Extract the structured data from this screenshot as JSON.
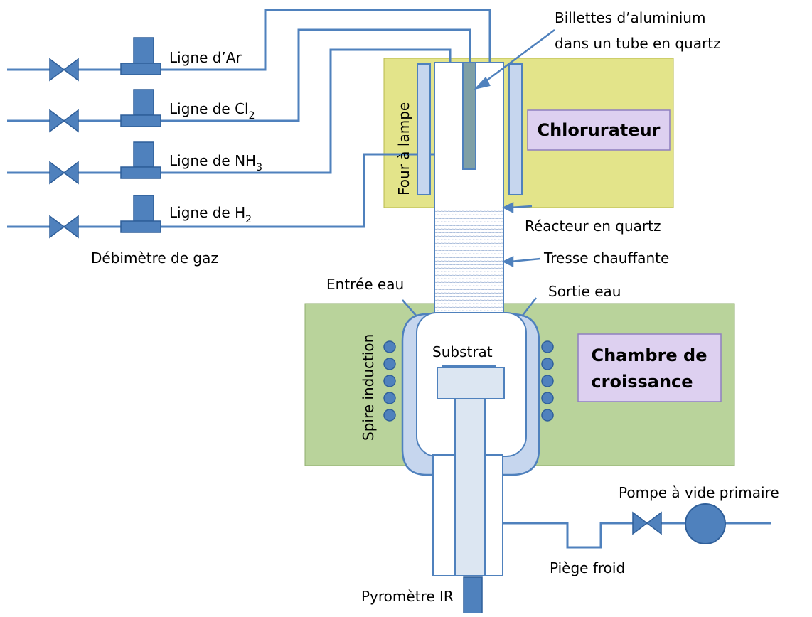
{
  "labels": {
    "billettes_line1": "Billettes d’aluminium",
    "billettes_line2": "dans un tube en quartz",
    "ligne_ar": "Ligne d’Ar",
    "ligne_cl_prefix": "Ligne de Cl",
    "ligne_cl_sub": "2",
    "ligne_nh_prefix": "Ligne de NH",
    "ligne_nh_sub": "3",
    "ligne_h_prefix": "Ligne de H",
    "ligne_h_sub": "2",
    "debimetre": "Débimètre de gaz",
    "four": "Four à lampe",
    "chlorurateur": "Chlorurateur",
    "reacteur": "Réacteur en quartz",
    "tresse": "Tresse chauffante",
    "entree_eau": "Entrée eau",
    "sortie_eau": "Sortie eau",
    "spire": "Spire induction",
    "substrat": "Substrat",
    "chambre_line1": "Chambre de",
    "chambre_line2": "croissance",
    "pompe": "Pompe à vide primaire",
    "piege": "Piège froid",
    "pyrometre": "Pyromètre IR"
  },
  "colors": {
    "pipe": "#4f81bd",
    "component": "#4f81bd",
    "component_dark": "#2f5f9a",
    "chlorurateur_zone": "#e3e48a",
    "chambre_zone": "#b9d39b",
    "title_box": "#ddd0f0",
    "lamp": "#c6d6ee",
    "quartz_inner": "#7fa0a6",
    "susceptor": "#dce6f2"
  }
}
